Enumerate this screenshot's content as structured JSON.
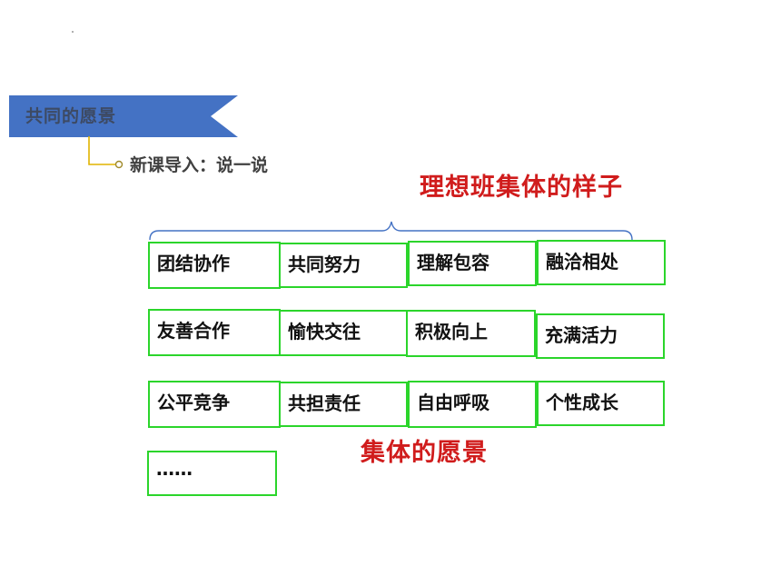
{
  "banner": {
    "title": "共同的愿景",
    "color": "#4472c4"
  },
  "subtitle": "新课导入：说一说",
  "heading_main": "理想班集体的样子",
  "heading_sub": "集体的愿景",
  "grid": {
    "row1": [
      "团结协作",
      "共同努力",
      "理解包容",
      "融洽相处"
    ],
    "row2": [
      "友善合作",
      "愉快交往",
      "积极向上",
      "充满活力"
    ],
    "row3": [
      "公平竞争",
      "共担责任",
      "自由呼吸",
      "个性成长"
    ],
    "more": "……"
  },
  "colors": {
    "accent_red": "#d01c1c",
    "box_border": "#2bd52b",
    "connector": "#e0b400"
  }
}
